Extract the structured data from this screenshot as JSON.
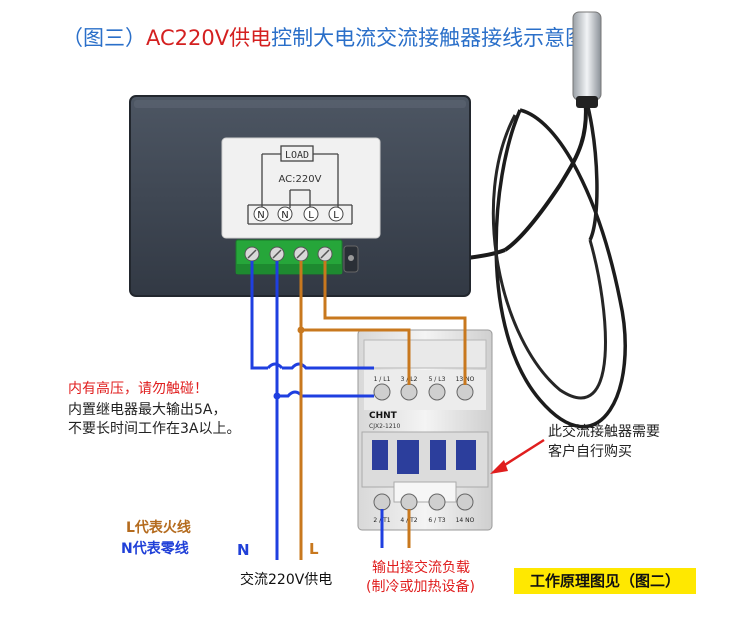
{
  "title": {
    "part1": "（图三）",
    "part2": "AC220V供电",
    "part3": "控制大电流交流接触器接线示意图"
  },
  "controller": {
    "load_label": "LOAD",
    "voltage_label": "AC:220V",
    "terminals": [
      "N",
      "N",
      "L",
      "L"
    ]
  },
  "contactor": {
    "brand": "CHNT",
    "model": "CJX2-1210",
    "top_terminals": [
      "1 / L1",
      "3 / L2",
      "5 / L3",
      "13 NO"
    ],
    "bottom_terminals": [
      "2 / T1",
      "4 / T2",
      "6 / T3",
      "14 NO"
    ]
  },
  "warning": {
    "line1": "内有高压，请勿触碰！",
    "line2": "内置继电器最大输出5A，",
    "line3": "不要长时间工作在3A以上。"
  },
  "contactor_note": {
    "line1": "此交流接触器需要",
    "line2": "客户自行购买"
  },
  "legend": {
    "l_line": "L代表火线",
    "n_line": "N代表零线"
  },
  "markers": {
    "n": "N",
    "l": "L"
  },
  "supply_label": "交流220V供电",
  "output": {
    "line1": "输出接交流负载",
    "line2": "(制冷或加热设备)"
  },
  "principle_label": "工作原理图见（图二）",
  "colors": {
    "neutral_wire": "#1f3fe0",
    "live_wire": "#c8781e",
    "title_blue": "#2a6fc9",
    "title_red": "#d42020",
    "warning_red": "#e01e1e",
    "highlight_yellow": "#ffe800"
  }
}
